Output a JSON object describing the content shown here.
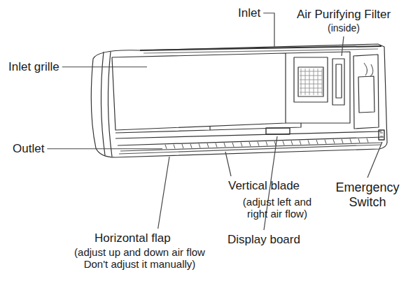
{
  "diagram": {
    "labels": [
      "Inlet",
      "Air Purifying Filter",
      "(inside)",
      "Inlet grille",
      "Outlet",
      "Vertical blade",
      "(adjust left and right air flow)",
      "Emergency Switch",
      "Horizontal flap",
      "(adjust up and down air flow Don't adjust it manually)",
      "Display board"
    ]
  }
}
